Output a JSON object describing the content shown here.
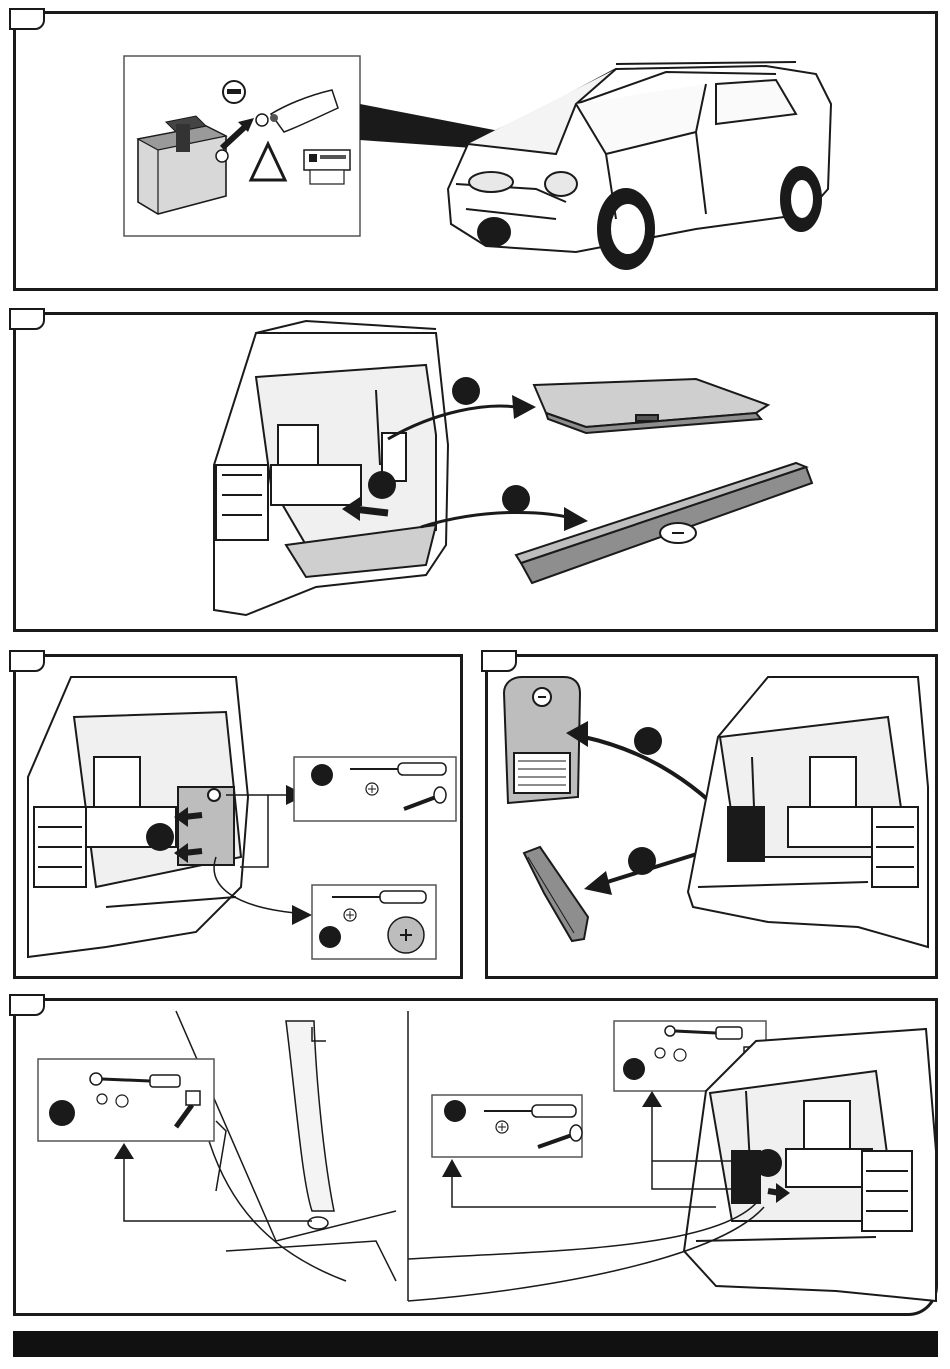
{
  "document": {
    "steps": [
      {
        "id": "step-1",
        "subject": "disconnect-battery-negative"
      },
      {
        "id": "step-2",
        "subject": "remove-cargo-cover-and-sill-trim"
      },
      {
        "id": "step-3",
        "subject": "remove-side-trim-screws-and-caps"
      },
      {
        "id": "step-4",
        "subject": "remove-side-panel-and-hook"
      },
      {
        "id": "step-5",
        "subject": "bolt-and-screw-removal"
      }
    ]
  },
  "icons": {
    "battery": "battery-minus-icon",
    "warning": "warning-triangle-icon",
    "manual": "manual-book-icon",
    "screwdriver": "screwdriver-icon",
    "screw": "screw-icon",
    "ratchet": "ratchet-icon",
    "bolt": "bolt-icon",
    "clip": "clip-cap-icon"
  },
  "colors": {
    "ink": "#1a1a1a",
    "shade": "#bdbdbd",
    "light": "#e6e6e6",
    "footer": "#111111"
  }
}
